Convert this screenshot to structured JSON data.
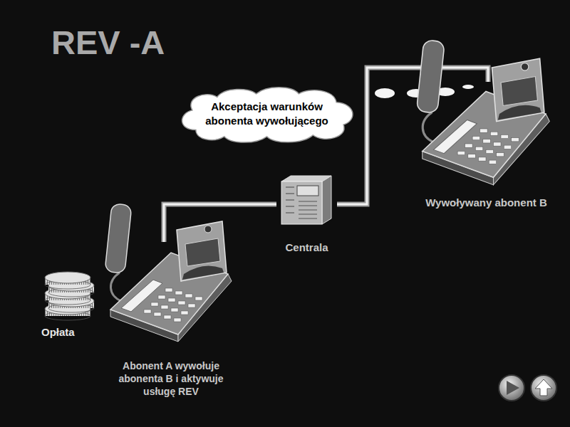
{
  "diagram": {
    "title": "REV -A",
    "nodes": [
      {
        "text": [
          "Abonent A wywołuje abonenta B i aktywuje usługę REV"
        ]
      },
      {
        "text": [
          "Centrala"
        ]
      },
      {
        "text": [
          "Wywoływany abonent B"
        ]
      },
      {
        "text": [
          "Akceptacja warunków abonenta wywołującego"
        ]
      }
    ],
    "edges": [
      {
        "from": 0,
        "to": 1,
        "arrow": "none"
      },
      {
        "from": 1,
        "to": 2,
        "arrow": "none"
      }
    ],
    "labels": [
      "Opłata"
    ]
  }
}
